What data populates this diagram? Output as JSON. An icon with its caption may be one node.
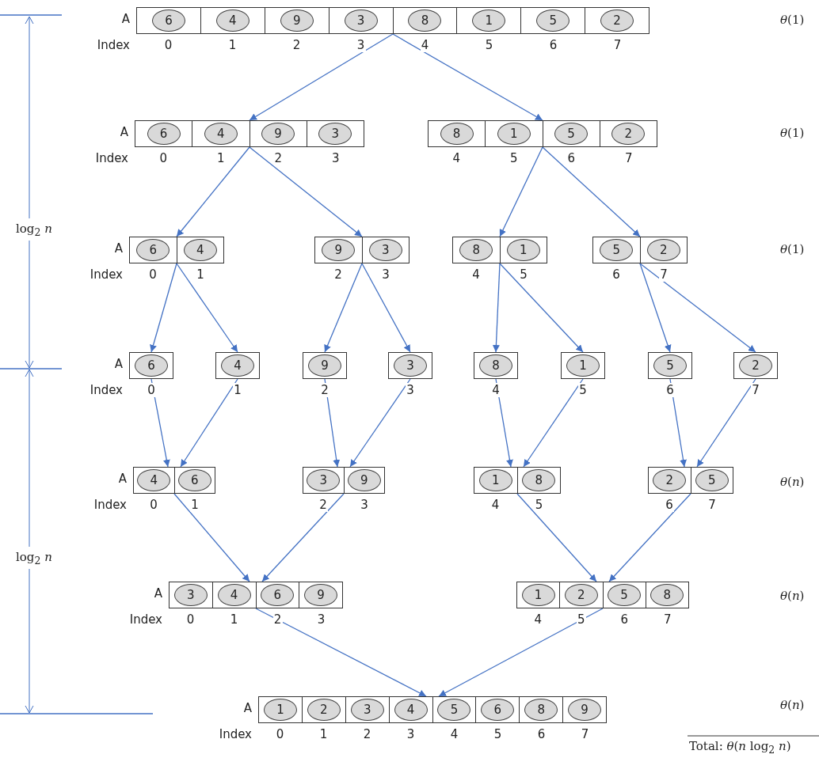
{
  "diagram": {
    "nodes": [
      {
        "text": [
          "6",
          "4",
          "9",
          "3",
          "8",
          "1",
          "5",
          "2"
        ],
        "beside": [
          "A",
          "Index",
          "0",
          "1",
          "2",
          "3",
          "4",
          "5",
          "6",
          "7"
        ]
      },
      {
        "text": [
          "6",
          "4",
          "9",
          "3"
        ],
        "beside": [
          "A",
          "Index",
          "0",
          "1",
          "2",
          "3"
        ]
      },
      {
        "text": [
          "8",
          "1",
          "5",
          "2"
        ],
        "beside": [
          "4",
          "5",
          "6",
          "7"
        ]
      },
      {
        "text": [
          "6",
          "4"
        ],
        "beside": [
          "A",
          "Index",
          "0",
          "1"
        ]
      },
      {
        "text": [
          "9",
          "3"
        ],
        "beside": [
          "2",
          "3"
        ]
      },
      {
        "text": [
          "8",
          "1"
        ],
        "beside": [
          "4",
          "5"
        ]
      },
      {
        "text": [
          "5",
          "2"
        ],
        "beside": [
          "6",
          "7"
        ]
      },
      {
        "text": [
          "6"
        ],
        "beside": [
          "A",
          "Index",
          "0"
        ]
      },
      {
        "text": [
          "4"
        ],
        "beside": [
          "1"
        ]
      },
      {
        "text": [
          "9"
        ],
        "beside": [
          "2"
        ]
      },
      {
        "text": [
          "3"
        ],
        "beside": [
          "3"
        ]
      },
      {
        "text": [
          "8"
        ],
        "beside": [
          "4"
        ]
      },
      {
        "text": [
          "1"
        ],
        "beside": [
          "5"
        ]
      },
      {
        "text": [
          "5"
        ],
        "beside": [
          "6"
        ]
      },
      {
        "text": [
          "2"
        ],
        "beside": [
          "7"
        ]
      },
      {
        "text": [
          "4",
          "6"
        ],
        "beside": [
          "A",
          "Index",
          "0",
          "1"
        ]
      },
      {
        "text": [
          "3",
          "9"
        ],
        "beside": [
          "2",
          "3"
        ]
      },
      {
        "text": [
          "1",
          "8"
        ],
        "beside": [
          "4",
          "5"
        ]
      },
      {
        "text": [
          "2",
          "5"
        ],
        "beside": [
          "6",
          "7"
        ]
      },
      {
        "text": [
          "3",
          "4",
          "6",
          "9"
        ],
        "beside": [
          "A",
          "Index",
          "0",
          "1",
          "2",
          "3"
        ]
      },
      {
        "text": [
          "1",
          "2",
          "5",
          "8"
        ],
        "beside": [
          "4",
          "5",
          "6",
          "7"
        ]
      },
      {
        "text": [
          "1",
          "2",
          "3",
          "4",
          "5",
          "6",
          "8",
          "9"
        ],
        "beside": [
          "A",
          "Index",
          "0",
          "1",
          "2",
          "3",
          "4",
          "5",
          "6",
          "7"
        ]
      }
    ],
    "edges": [
      {
        "from": 0,
        "to": 1,
        "arrow": "to"
      },
      {
        "from": 0,
        "to": 2,
        "arrow": "to"
      },
      {
        "from": 1,
        "to": 3,
        "arrow": "to"
      },
      {
        "from": 1,
        "to": 4,
        "arrow": "to"
      },
      {
        "from": 2,
        "to": 5,
        "arrow": "to"
      },
      {
        "from": 2,
        "to": 6,
        "arrow": "to"
      },
      {
        "from": 3,
        "to": 7,
        "arrow": "to"
      },
      {
        "from": 3,
        "to": 8,
        "arrow": "to"
      },
      {
        "from": 4,
        "to": 9,
        "arrow": "to"
      },
      {
        "from": 4,
        "to": 10,
        "arrow": "to"
      },
      {
        "from": 5,
        "to": 11,
        "arrow": "to"
      },
      {
        "from": 5,
        "to": 12,
        "arrow": "to"
      },
      {
        "from": 6,
        "to": 13,
        "arrow": "to"
      },
      {
        "from": 6,
        "to": 14,
        "arrow": "to"
      },
      {
        "from": 7,
        "to": 15,
        "arrow": "to"
      },
      {
        "from": 8,
        "to": 15,
        "arrow": "to"
      },
      {
        "from": 9,
        "to": 16,
        "arrow": "to"
      },
      {
        "from": 10,
        "to": 16,
        "arrow": "to"
      },
      {
        "from": 11,
        "to": 17,
        "arrow": "to"
      },
      {
        "from": 12,
        "to": 17,
        "arrow": "to"
      },
      {
        "from": 13,
        "to": 18,
        "arrow": "to"
      },
      {
        "from": 14,
        "to": 18,
        "arrow": "to"
      },
      {
        "from": 15,
        "to": 19,
        "arrow": "to"
      },
      {
        "from": 16,
        "to": 19,
        "arrow": "to"
      },
      {
        "from": 17,
        "to": 20,
        "arrow": "to"
      },
      {
        "from": 18,
        "to": 20,
        "arrow": "to"
      },
      {
        "from": 19,
        "to": 21,
        "arrow": "to"
      },
      {
        "from": 20,
        "to": 21,
        "arrow": "to"
      }
    ],
    "labels": [
      "*θ*(1)",
      "*θ*(1)",
      "log$_{2}$ *n*",
      "*θ*(1)",
      "*θ*(*n*)",
      "log$_{2}$ *n*",
      "*θ*(*n*)",
      "*θ*(*n*)",
      "Total: *θ*(*n* log$_{2}$ *n*)"
    ]
  }
}
